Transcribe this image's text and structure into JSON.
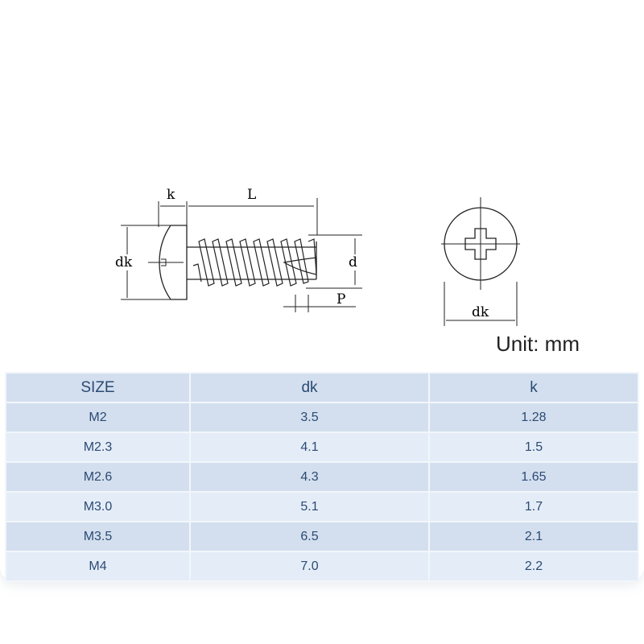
{
  "diagram": {
    "side_view_labels": {
      "k": "k",
      "L": "L",
      "dk": "dk",
      "d": "d",
      "P": "P"
    },
    "top_view_labels": {
      "dk": "dk"
    }
  },
  "unit_label": "Unit: mm",
  "table": {
    "headers": [
      "SIZE",
      "dk",
      "k"
    ],
    "rows": [
      [
        "M2",
        "3.5",
        "1.28"
      ],
      [
        "M2.3",
        "4.1",
        "1.5"
      ],
      [
        "M2.6",
        "4.3",
        "1.65"
      ],
      [
        "M3.0",
        "5.1",
        "1.7"
      ],
      [
        "M3.5",
        "6.5",
        "2.1"
      ],
      [
        "M4",
        "7.0",
        "2.2"
      ]
    ]
  }
}
